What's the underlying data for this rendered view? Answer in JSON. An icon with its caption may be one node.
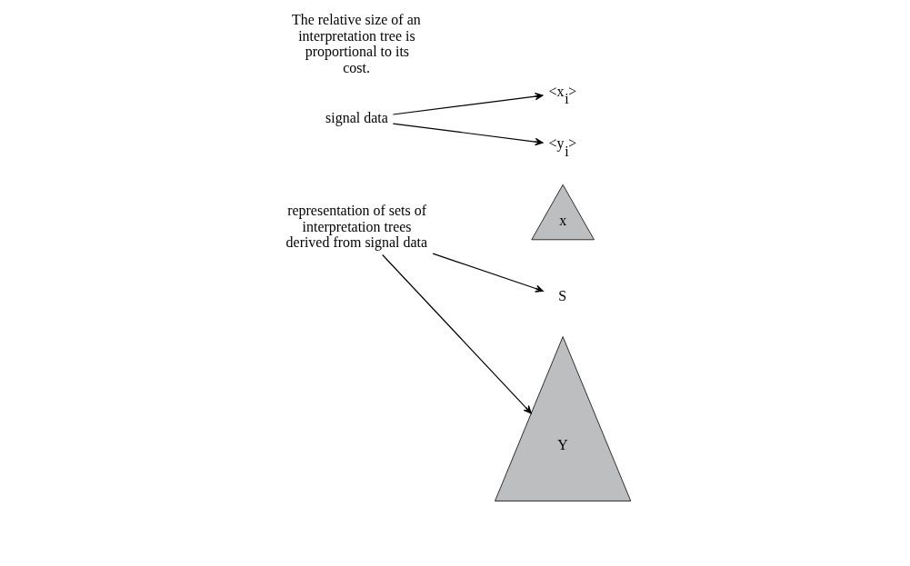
{
  "diagram": {
    "nodes": [
      {
        "text": [
          "S"
        ]
      },
      {
        "text": [
          "x"
        ]
      },
      {
        "text": [
          "<x$_{i}$>"
        ]
      },
      {
        "text": [
          "Y"
        ]
      },
      {
        "text": [
          "<y$_{i}$>"
        ]
      },
      {
        "text": [
          "signal data"
        ]
      },
      {
        "text": [
          "representation of sets of interpretation trees derived from signal data"
        ]
      }
    ],
    "edges": [
      {
        "from": 6,
        "to": 0,
        "arrow": "to"
      },
      {
        "from": 6,
        "to": 3,
        "arrow": "to"
      },
      {
        "from": 5,
        "to": 2,
        "arrow": "to"
      },
      {
        "from": 5,
        "to": 4,
        "arrow": "to"
      }
    ],
    "labels": [
      "The relative size of an interpretation tree is proportional to its cost."
    ]
  }
}
